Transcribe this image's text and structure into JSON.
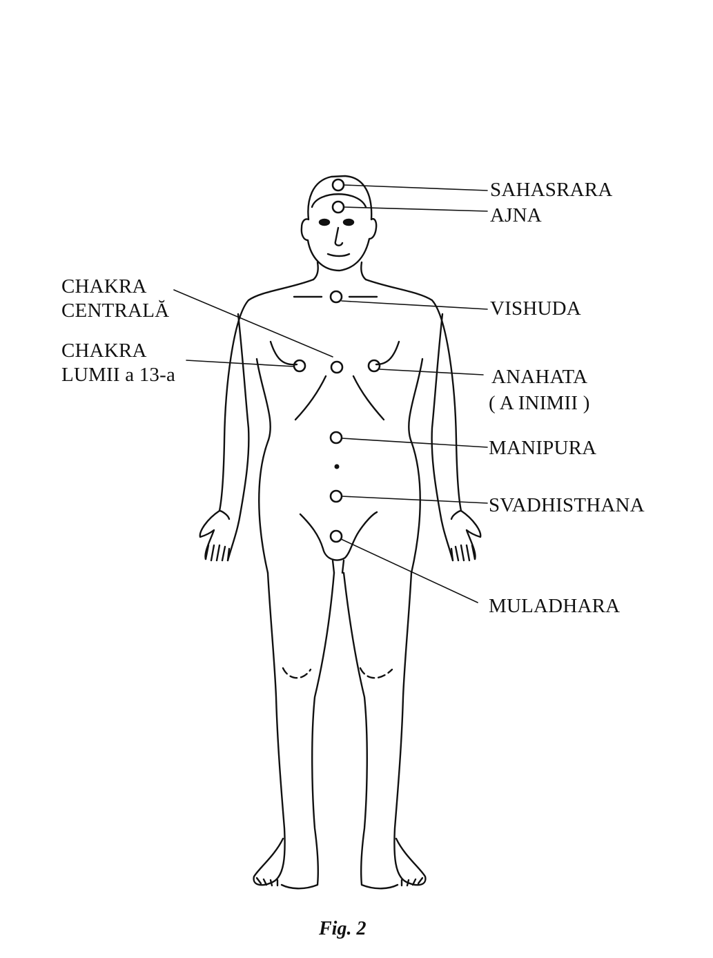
{
  "labels": {
    "sahasrara": "SAHASRARA",
    "ajna": "AJNA",
    "chakra_centrala_line1": "CHAKRA",
    "chakra_centrala_line2": "CENTRALĂ",
    "vishuda": "VISHUDA",
    "chakra_lumii_line1": "CHAKRA",
    "chakra_lumii_line2": "LUMII a 13-a",
    "anahata_line1": "ANAHATA",
    "anahata_line2": "( A INIMII )",
    "manipura": "MANIPURA",
    "svadhisthana": "SVADHISTHANA",
    "muladhara": "MULADHARA"
  },
  "caption": "Fig. 2",
  "colors": {
    "ink": "#111111",
    "background": "#ffffff"
  }
}
